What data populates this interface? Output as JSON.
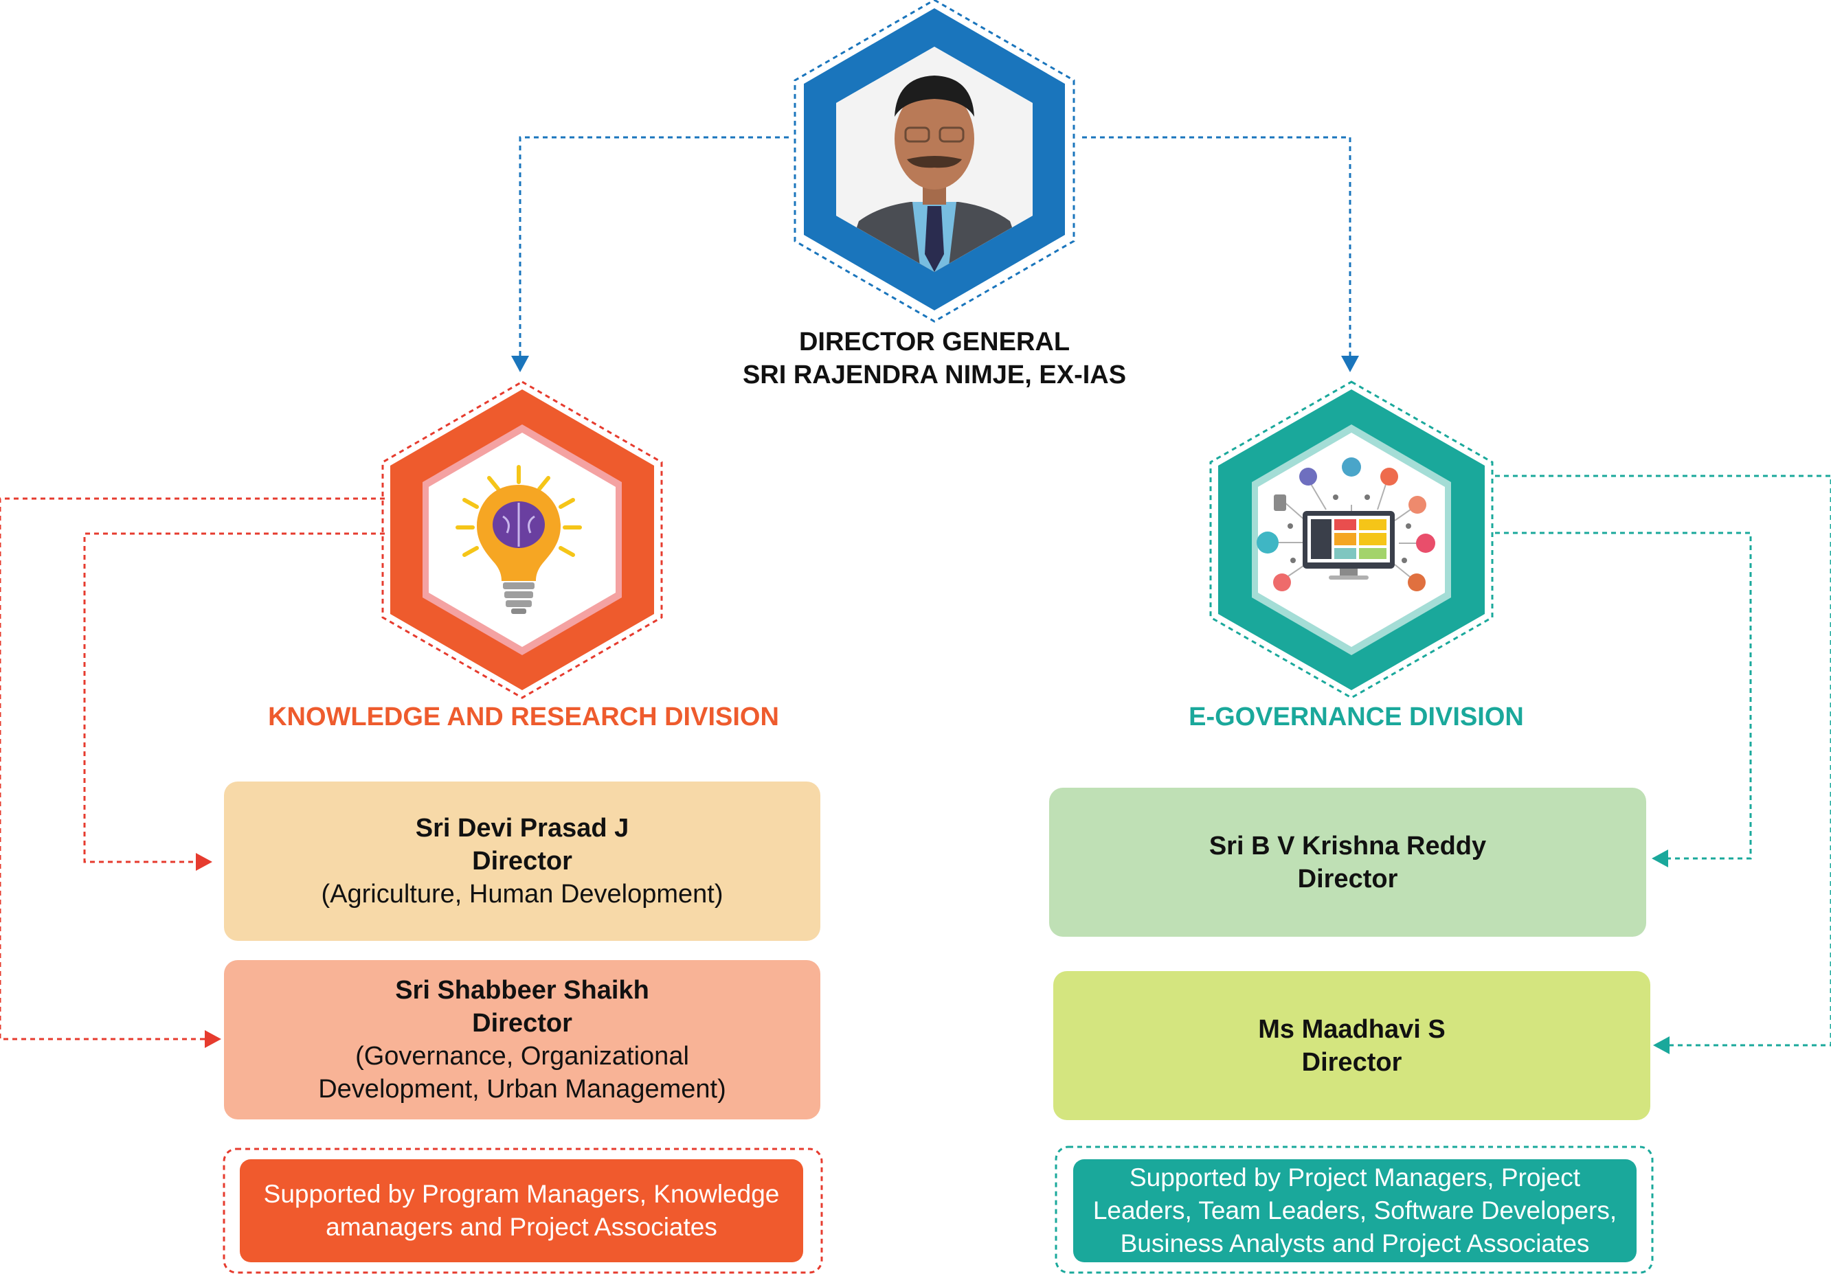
{
  "director_general": {
    "title": "DIRECTOR GENERAL",
    "name": "SRI RAJENDRA NIMJE, EX-IAS"
  },
  "divisions": [
    {
      "title": "KNOWLEDGE AND RESEARCH DIVISION",
      "color": "#ee5b2d",
      "icon": "lightbulb-brain-icon",
      "directors": [
        {
          "name": "Sri Devi Prasad J",
          "role": "Director",
          "domain": "(Agriculture, Human Development)",
          "color": "#f7d9a8"
        },
        {
          "name": "Sri Shabbeer Shaikh",
          "role": "Director",
          "domain": "(Governance, Organizational Development, Urban Management)",
          "color": "#f8b396"
        }
      ],
      "support": "Supported by Program Managers, Knowledge amanagers and Project Associates"
    },
    {
      "title": "E-GOVERNANCE DIVISION",
      "color": "#1aa89b",
      "icon": "computer-network-icon",
      "directors": [
        {
          "name": "Sri B V Krishna Reddy",
          "role": "Director",
          "color": "#bfe0b5"
        },
        {
          "name": "Ms Maadhavi S",
          "role": "Director",
          "color": "#d4e57f"
        }
      ],
      "support": "Supported by Project Managers, Project Leaders, Team Leaders, Software Developers, Business Analysts and Project Associates"
    }
  ],
  "colors": {
    "dg_hexagon": "#1a75bc",
    "connector_blue": "#1a75bc",
    "connector_red": "#e63b2e",
    "connector_teal": "#1aa89b"
  }
}
